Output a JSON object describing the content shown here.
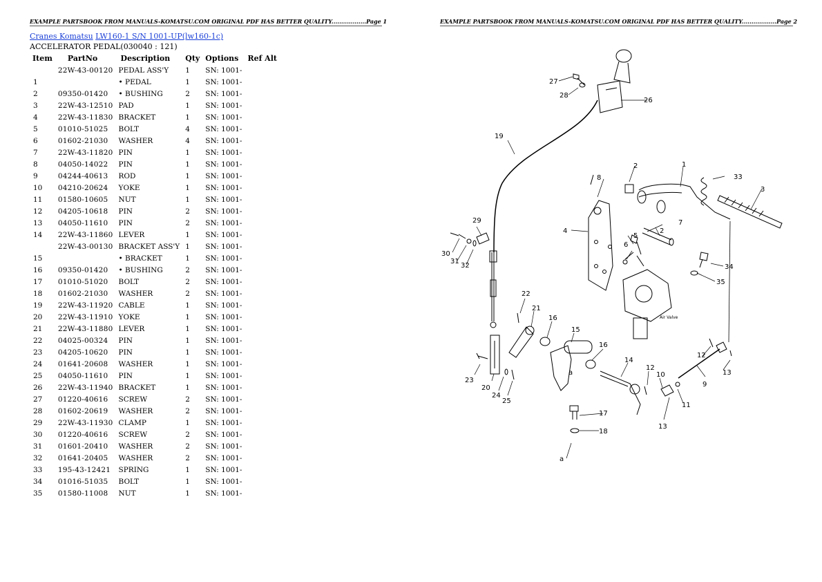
{
  "header": {
    "left": "EXAMPLE PARTSBOOK FROM MANUALS-KOMATSU.COM ORIGINAL PDF HAS BETTER QUALITY..................Page 1",
    "right": "EXAMPLE PARTSBOOK FROM MANUALS-KOMATSU.COM ORIGINAL PDF HAS BETTER QUALITY..................Page 2"
  },
  "breadcrumb": {
    "link1": "Cranes Komatsu",
    "link2": "LW160-1 S/N 1001-UP(lw160-1c)"
  },
  "section_title": "ACCELERATOR PEDAL(030040 : 121)",
  "table": {
    "columns": [
      "Item",
      "PartNo",
      "Description",
      "Qty",
      "Options",
      "Ref Alt"
    ],
    "rows": [
      [
        "",
        "22W-43-00120",
        "PEDAL ASS'Y",
        "1",
        "SN: 1001-"
      ],
      [
        "1",
        "",
        "• PEDAL",
        "1",
        "SN: 1001-"
      ],
      [
        "2",
        "09350-01420",
        "• BUSHING",
        "2",
        "SN: 1001-"
      ],
      [
        "3",
        "22W-43-12510",
        "PAD",
        "1",
        "SN: 1001-"
      ],
      [
        "4",
        "22W-43-11830",
        "BRACKET",
        "1",
        "SN: 1001-"
      ],
      [
        "5",
        "01010-51025",
        "BOLT",
        "4",
        "SN: 1001-"
      ],
      [
        "6",
        "01602-21030",
        "WASHER",
        "4",
        "SN: 1001-"
      ],
      [
        "7",
        "22W-43-11820",
        "PIN",
        "1",
        "SN: 1001-"
      ],
      [
        "8",
        "04050-14022",
        "PIN",
        "1",
        "SN: 1001-"
      ],
      [
        "9",
        "04244-40613",
        "ROD",
        "1",
        "SN: 1001-"
      ],
      [
        "10",
        "04210-20624",
        "YOKE",
        "1",
        "SN: 1001-"
      ],
      [
        "11",
        "01580-10605",
        "NUT",
        "1",
        "SN: 1001-"
      ],
      [
        "12",
        "04205-10618",
        "PIN",
        "2",
        "SN: 1001-"
      ],
      [
        "13",
        "04050-11610",
        "PIN",
        "2",
        "SN: 1001-"
      ],
      [
        "14",
        "22W-43-11860",
        "LEVER",
        "1",
        "SN: 1001-"
      ],
      [
        "",
        "22W-43-00130",
        "BRACKET ASS'Y",
        "1",
        "SN: 1001-"
      ],
      [
        "15",
        "",
        "• BRACKET",
        "1",
        "SN: 1001-"
      ],
      [
        "16",
        "09350-01420",
        "• BUSHING",
        "2",
        "SN: 1001-"
      ],
      [
        "17",
        "01010-51020",
        "BOLT",
        "2",
        "SN: 1001-"
      ],
      [
        "18",
        "01602-21030",
        "WASHER",
        "2",
        "SN: 1001-"
      ],
      [
        "19",
        "22W-43-11920",
        "CABLE",
        "1",
        "SN: 1001-"
      ],
      [
        "20",
        "22W-43-11910",
        "YOKE",
        "1",
        "SN: 1001-"
      ],
      [
        "21",
        "22W-43-11880",
        "LEVER",
        "1",
        "SN: 1001-"
      ],
      [
        "22",
        "04025-00324",
        "PIN",
        "1",
        "SN: 1001-"
      ],
      [
        "23",
        "04205-10620",
        "PIN",
        "1",
        "SN: 1001-"
      ],
      [
        "24",
        "01641-20608",
        "WASHER",
        "1",
        "SN: 1001-"
      ],
      [
        "25",
        "04050-11610",
        "PIN",
        "1",
        "SN: 1001-"
      ],
      [
        "26",
        "22W-43-11940",
        "BRACKET",
        "1",
        "SN: 1001-"
      ],
      [
        "27",
        "01220-40616",
        "SCREW",
        "2",
        "SN: 1001-"
      ],
      [
        "28",
        "01602-20619",
        "WASHER",
        "2",
        "SN: 1001-"
      ],
      [
        "29",
        "22W-43-11930",
        "CLAMP",
        "1",
        "SN: 1001-"
      ],
      [
        "30",
        "01220-40616",
        "SCREW",
        "2",
        "SN: 1001-"
      ],
      [
        "31",
        "01601-20410",
        "WASHER",
        "2",
        "SN: 1001-"
      ],
      [
        "32",
        "01641-20405",
        "WASHER",
        "2",
        "SN: 1001-"
      ],
      [
        "33",
        "195-43-12421",
        "SPRING",
        "1",
        "SN: 1001-"
      ],
      [
        "34",
        "01016-51035",
        "BOLT",
        "1",
        "SN: 1001-"
      ],
      [
        "35",
        "01580-11008",
        "NUT",
        "1",
        "SN: 1001-"
      ]
    ]
  },
  "diagram": {
    "callouts": [
      "1",
      "2",
      "3",
      "4",
      "5",
      "6",
      "7",
      "8",
      "9",
      "10",
      "11",
      "12",
      "13",
      "14",
      "15",
      "16",
      "17",
      "18",
      "19",
      "20",
      "21",
      "22",
      "23",
      "24",
      "25",
      "26",
      "27",
      "28",
      "29",
      "30",
      "31",
      "32",
      "33",
      "34",
      "35",
      "a"
    ],
    "labels": [
      "1",
      "2",
      "2",
      "4",
      "5",
      "6",
      "7",
      "8",
      "3",
      "33",
      "34",
      "35",
      "26",
      "27",
      "28",
      "19",
      "29",
      "30",
      "31",
      "32",
      "22",
      "21",
      "16",
      "15",
      "16",
      "14",
      "12",
      "10",
      "11",
      "13",
      "9",
      "12",
      "13",
      "20",
      "23",
      "24",
      "25",
      "17",
      "18",
      "a",
      "a"
    ],
    "valve_text": "Air Valve"
  }
}
